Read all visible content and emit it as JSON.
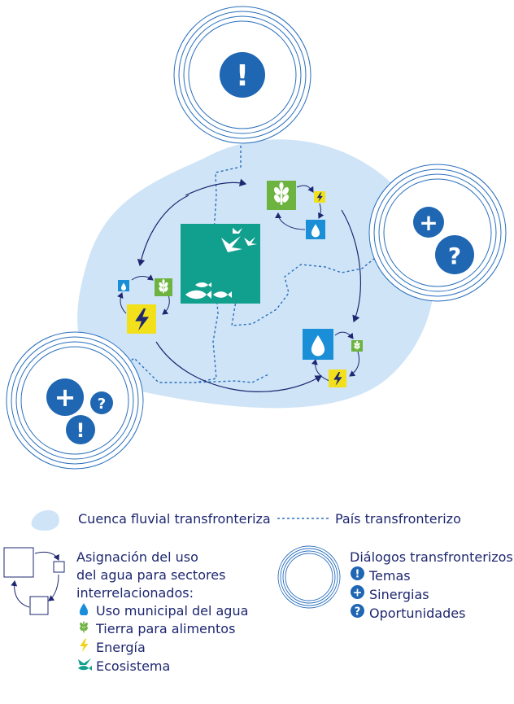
{
  "colors": {
    "basin": "#cfe4f7",
    "ring": "#2a6fbd",
    "badge": "#1f66b3",
    "ecosystem": "#12a08e",
    "agriculture": "#6db33f",
    "energy": "#f2e01a",
    "water": "#1a8fd8",
    "arrow": "#1e2770",
    "border_line": "#2a6fbd"
  },
  "icons": {
    "issues": "!",
    "synergies": "+",
    "opportunities": "?"
  },
  "legend": {
    "basin_label": "Cuenca fluvial transfronteriza",
    "border_label": "País transfronterizo",
    "allocation_lines": [
      "Asignación del uso",
      "del agua para sectores",
      "interrelacionados:"
    ],
    "sectors": [
      {
        "icon": "water-drop-icon",
        "label": "Uso municipal del agua"
      },
      {
        "icon": "wheat-icon",
        "label": "Tierra para alimentos"
      },
      {
        "icon": "lightning-icon",
        "label": "Energía"
      },
      {
        "icon": "fish-bird-icon",
        "label": "Ecosistema"
      }
    ],
    "dialogues_title": "Diálogos transfronterizos",
    "dialogue_items": [
      {
        "symbol": "!",
        "label": "Temas"
      },
      {
        "symbol": "+",
        "label": "Sinergias"
      },
      {
        "symbol": "?",
        "label": "Oportunidades"
      }
    ]
  }
}
